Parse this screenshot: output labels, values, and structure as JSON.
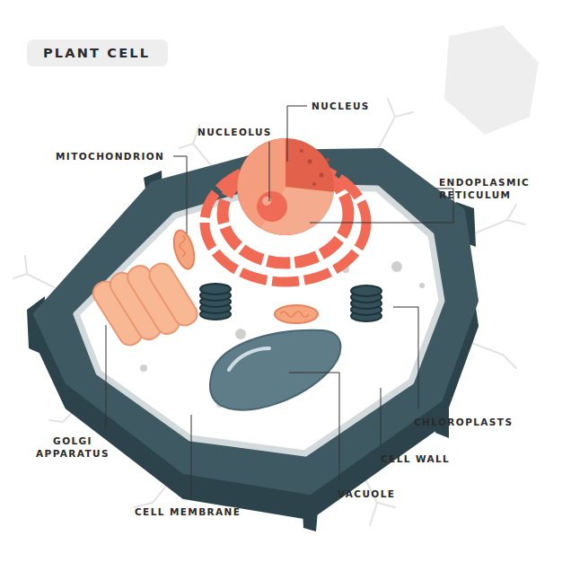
{
  "diagram": {
    "title": "PLANT CELL",
    "labels": [
      "NUCLEUS",
      "NUCLEOLUS",
      "MITOCHONDRION",
      "ENDOPLASMIC RETICULUM",
      "GOLGI APPARATUS",
      "CHLOROPLASTS",
      "CELL WALL",
      "VACUOLE",
      "CELL MEMBRANE"
    ]
  }
}
